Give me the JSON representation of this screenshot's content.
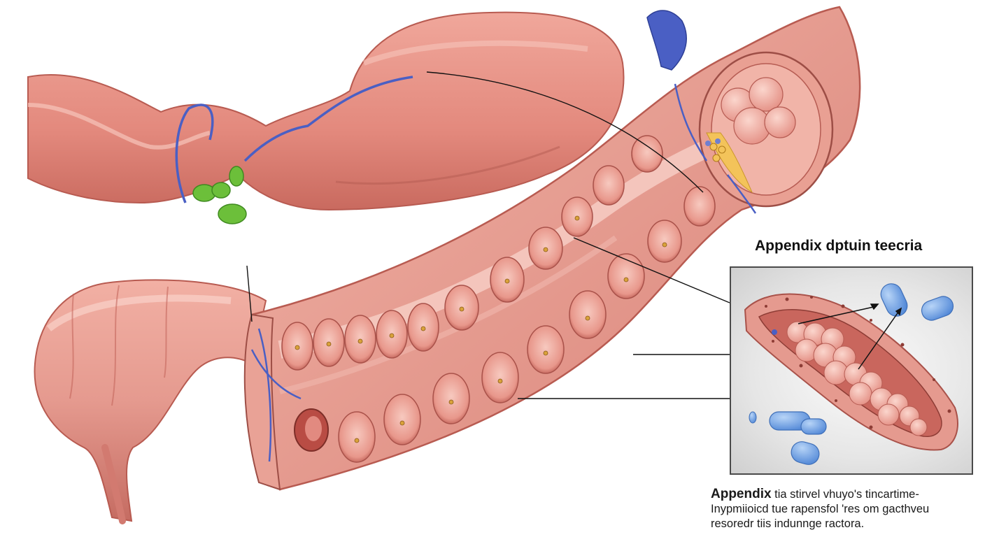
{
  "inset": {
    "title": "Appendix dptuin teecria"
  },
  "caption": {
    "lead": "Appendix",
    "line1_rest": " tia stirvel vhuyo's tincartime-",
    "line2": "Inypmiioicd tue rapensfol 'res om gacthveu",
    "line3": "resoredr tiis indunnge ractora."
  },
  "colors": {
    "tissue": "#e59a8f",
    "tissue_dark": "#c9665d",
    "tissue_light": "#f6c7bd",
    "vessel": "#4a5fc4",
    "lymph_node": "#6cbf3a",
    "bacteria": "#6f9fe0",
    "fat": "#f3c35a"
  }
}
